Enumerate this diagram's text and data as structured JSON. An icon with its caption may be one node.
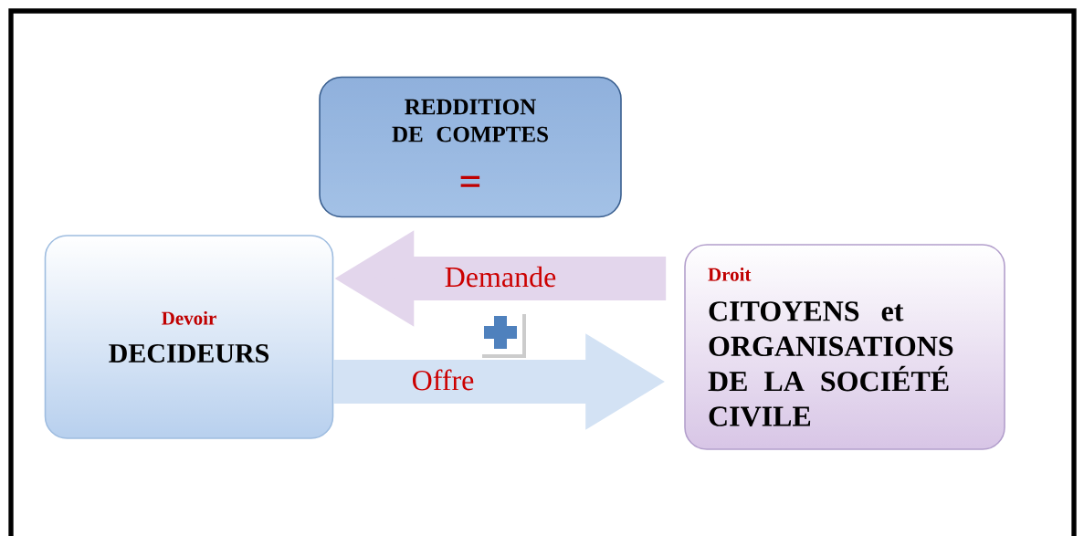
{
  "diagram": {
    "nodes": [
      {
        "text": [
          "REDDITION DE COMPTES",
          "="
        ]
      },
      {
        "text": [
          "Devoir",
          "DECIDEURS"
        ]
      },
      {
        "text": [
          "Droit",
          "CITOYENS et ORGANISATIONS DE LA SOCIÉTÉ CIVILE"
        ]
      }
    ],
    "edges": [
      {
        "from": 2,
        "to": 1,
        "arrow": "to",
        "label": "Demande"
      },
      {
        "from": 1,
        "to": 2,
        "arrow": "to",
        "label": "Offre"
      }
    ]
  }
}
